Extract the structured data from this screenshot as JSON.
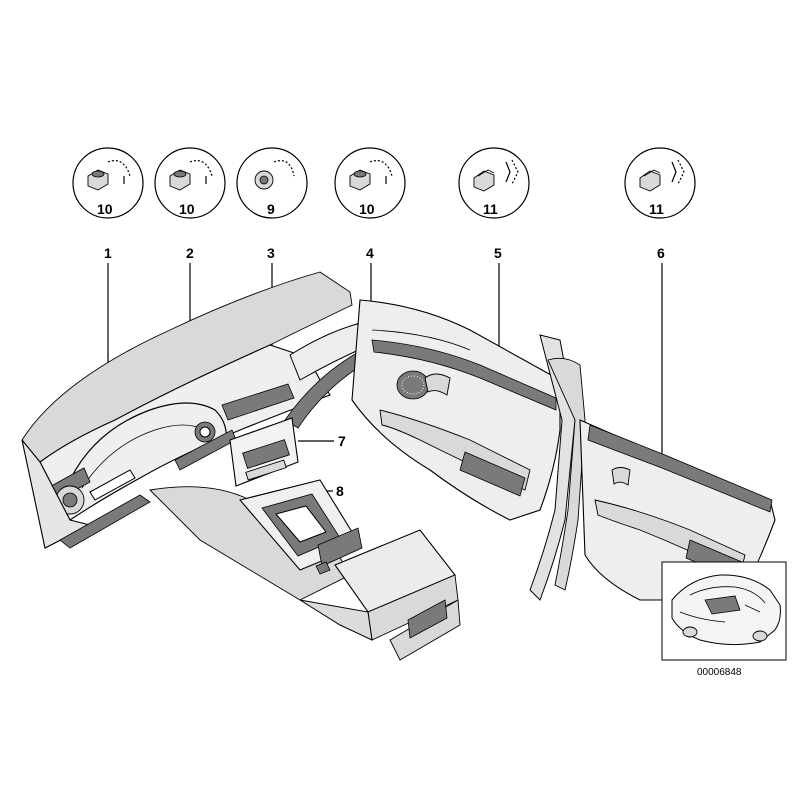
{
  "callouts": [
    {
      "id": "c1",
      "number": "10",
      "part": "1"
    },
    {
      "id": "c2",
      "number": "10",
      "part": "2"
    },
    {
      "id": "c3",
      "number": "9",
      "part": "3"
    },
    {
      "id": "c4",
      "number": "10",
      "part": "4"
    },
    {
      "id": "c5",
      "number": "11",
      "part": "5"
    },
    {
      "id": "c6",
      "number": "11",
      "part": "6"
    }
  ],
  "side_labels": {
    "label_7": "7",
    "label_8": "8"
  },
  "diagram_id": "00006848"
}
